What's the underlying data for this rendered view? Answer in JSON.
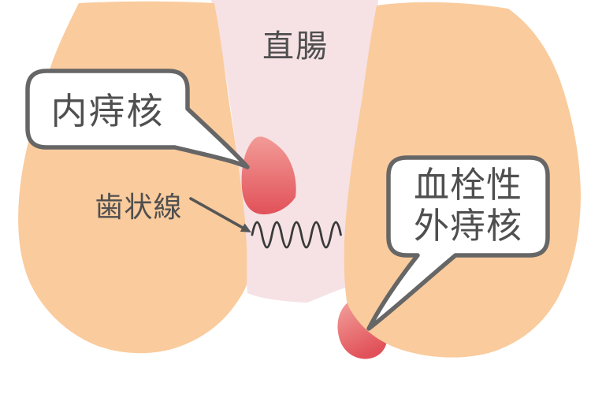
{
  "diagram": {
    "title": "直腸",
    "dentate_line_label": "歯状線",
    "callouts": {
      "internal": {
        "label": "内痔核"
      },
      "external": {
        "lines": [
          "血栓性",
          "外痔核"
        ]
      }
    },
    "colors": {
      "skin": "#FACB9D",
      "anal_canal": "#F6E2E4",
      "hemorrhoid_top": "#F29B97",
      "hemorrhoid_bottom": "#E15159",
      "callout_outline": "#666666",
      "line_dark": "#3A3A3A",
      "text": "#4F4F4F",
      "background": "#FFFFFF"
    }
  }
}
